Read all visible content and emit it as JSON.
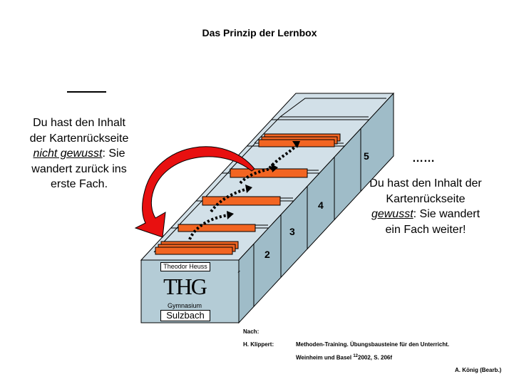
{
  "title": "Das Prinzip der Lernbox",
  "left_panel": {
    "line": "_____",
    "text_before": "Du hast den Inhalt der Kartenrückseite",
    "emphasis": "nicht gewusst",
    "text_after": ": Sie wandert zurück ins erste Fach."
  },
  "right_panel": {
    "dots": "……",
    "text_before": "Du hast den Inhalt der Kartenrückseite",
    "emphasis": "gewusst",
    "text_after": ": Sie wandert ein Fach weiter!"
  },
  "compartments": [
    "2",
    "3",
    "4",
    "5"
  ],
  "logo": {
    "school_name_top": "Theodor Heuss",
    "initials": "THG",
    "school_type": "Gymnasium",
    "city": "Sulzbach"
  },
  "stray_mark": "´",
  "reference": {
    "nach": "Nach:",
    "author": "H. Klippert:",
    "work": "Methoden-Training. Übungsbausteine für den Unterricht.",
    "publisher_line_prefix": "Weinheim  und Basel ",
    "edition": "12",
    "publisher_line_suffix": "2002, S. 206f",
    "credit": "A. König (Bearb.)"
  },
  "colors": {
    "box_top": "#d2e0e8",
    "box_front": "#b4ccd6",
    "box_side": "#9fbcc8",
    "card": "#f26522",
    "arrow": "#e81010",
    "outline": "#000000"
  }
}
